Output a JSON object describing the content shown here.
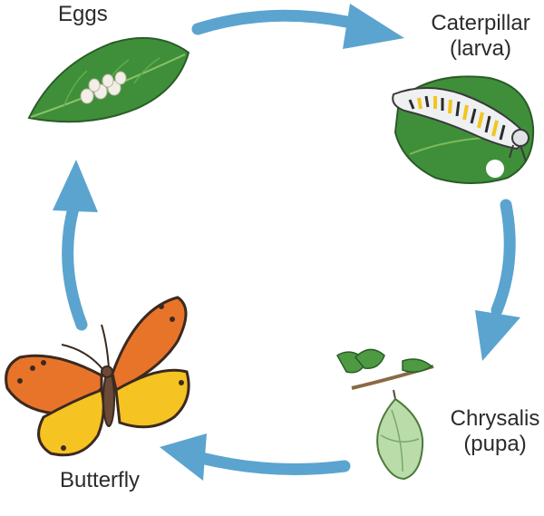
{
  "stages": {
    "eggs": {
      "label": "Eggs"
    },
    "caterpillar": {
      "label": "Caterpillar",
      "sublabel": "(larva)"
    },
    "chrysalis": {
      "label": "Chrysalis",
      "sublabel": "(pupa)"
    },
    "butterfly": {
      "label": "Butterfly"
    }
  },
  "colors": {
    "arrow": "#5ba4cf",
    "leaf_dark": "#3f8f3a",
    "leaf_light": "#6fb84e",
    "egg": "#f2efe6",
    "caterpillar_body": "#eef0f2",
    "caterpillar_stripe": "#f2c521",
    "chrysalis": "#b9dca8",
    "wing_orange": "#e8742a",
    "wing_yellow": "#f5c322",
    "wing_edge": "#3b2a20"
  },
  "icons": {
    "eggs": "leaf-with-eggs-icon",
    "caterpillar": "caterpillar-icon",
    "chrysalis": "chrysalis-icon",
    "butterfly": "butterfly-icon"
  }
}
